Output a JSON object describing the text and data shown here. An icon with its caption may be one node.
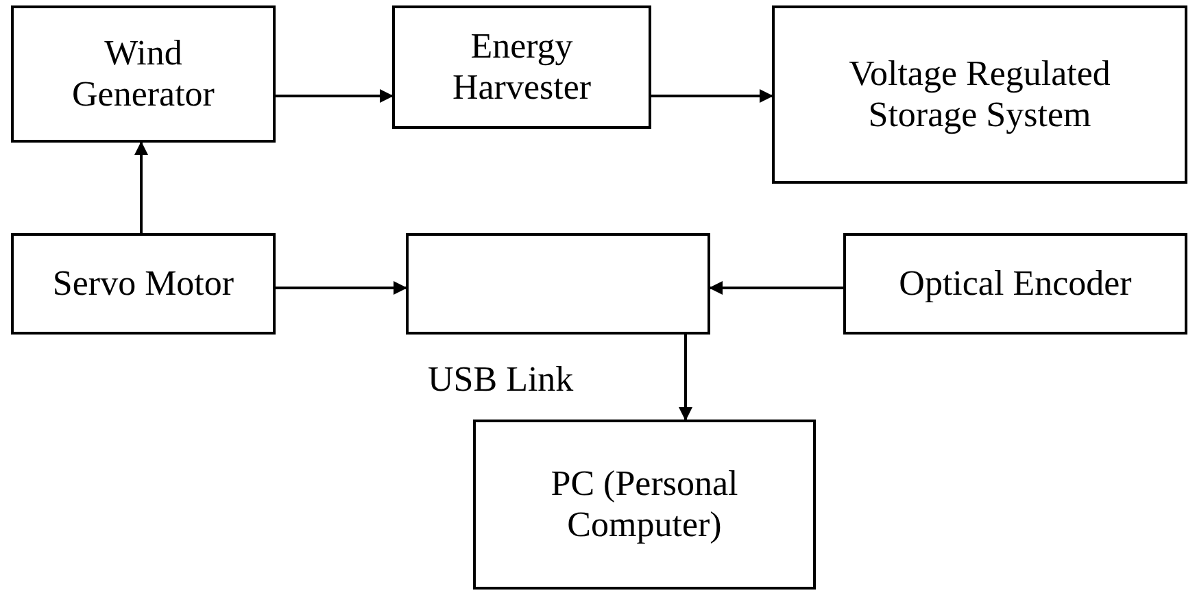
{
  "diagram": {
    "nodes": [
      {
        "text": [
          "Wind Generator"
        ]
      },
      {
        "text": [
          "Energy Harvester"
        ]
      },
      {
        "text": [
          "Voltage Regulated Storage System"
        ]
      },
      {
        "text": [
          "Servo Motor"
        ]
      },
      {
        "text": [],
        "shape": "box"
      },
      {
        "text": [
          "Optical Encoder"
        ]
      },
      {
        "text": [
          "PC (Personal Computer)"
        ]
      }
    ],
    "edges": [
      {
        "from": 0,
        "to": 1,
        "arrow": "to"
      },
      {
        "from": 1,
        "to": 2,
        "arrow": "to"
      },
      {
        "from": 3,
        "to": 0,
        "arrow": "to"
      },
      {
        "from": 3,
        "to": 4,
        "arrow": "to"
      },
      {
        "from": 5,
        "to": 4,
        "arrow": "to"
      },
      {
        "from": 4,
        "to": 6,
        "arrow": "to",
        "label": "USB Link"
      }
    ]
  }
}
